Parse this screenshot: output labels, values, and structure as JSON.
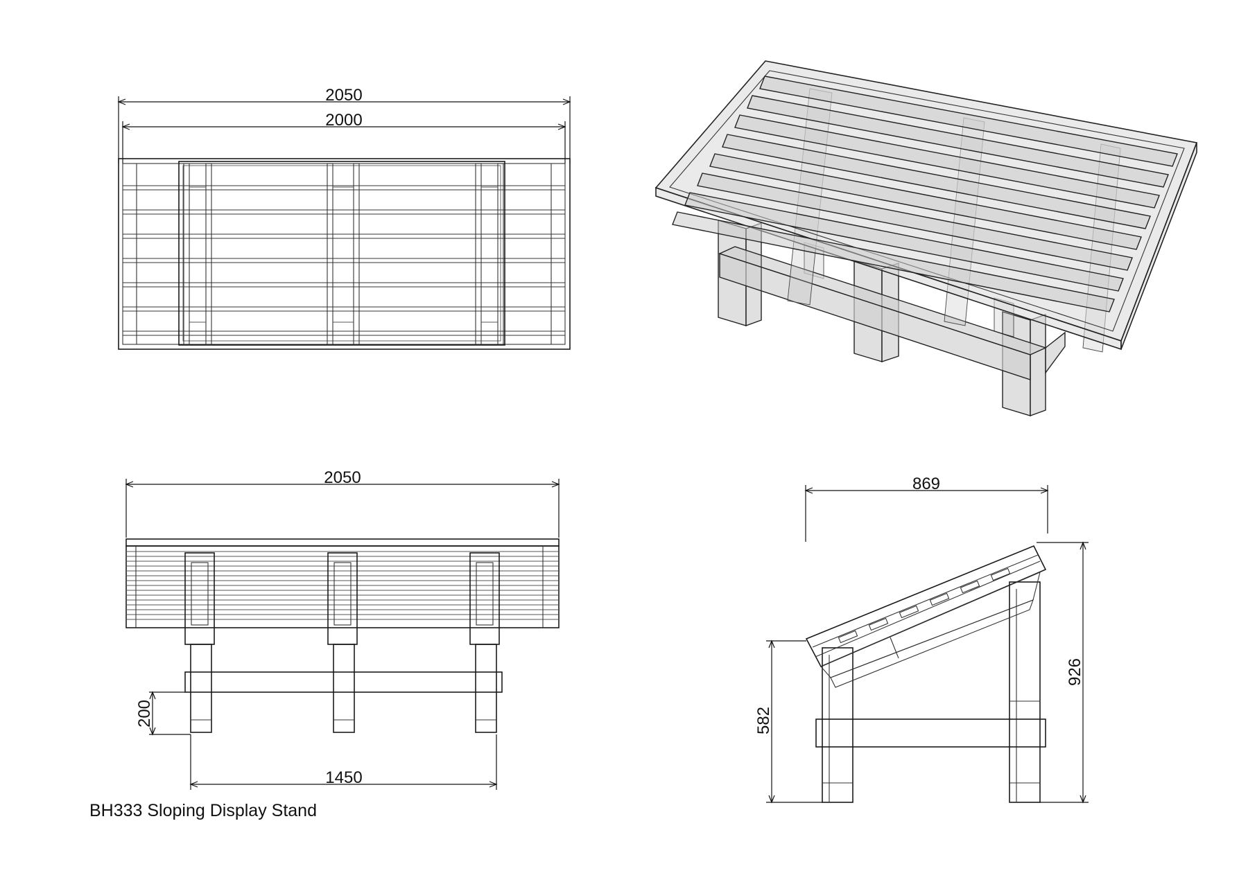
{
  "drawing": {
    "title": "BH333 Sloping Display Stand",
    "plan_view": {
      "overall_length": "2050",
      "frame_length": "2000"
    },
    "front_view": {
      "overall_length": "2050",
      "rail_height": "200",
      "leg_span": "1450"
    },
    "side_view": {
      "depth": "869",
      "front_height": "582",
      "back_height": "926"
    }
  }
}
